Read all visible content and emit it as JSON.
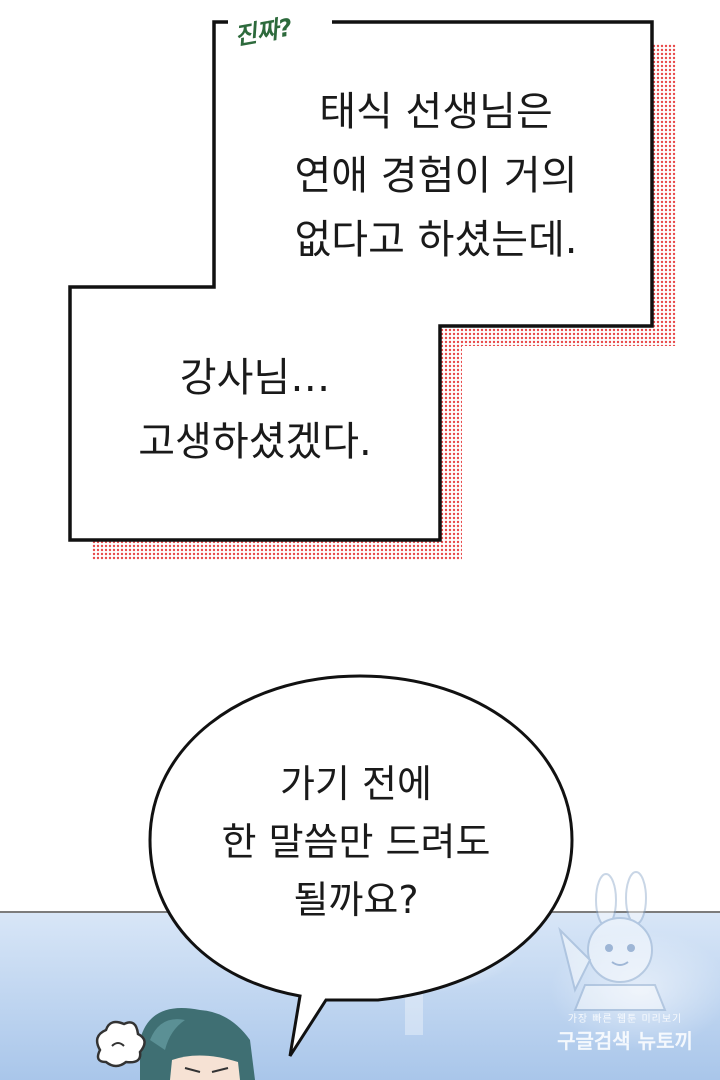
{
  "narration_top": {
    "lines": [
      "태식 선생님은",
      "연애 경험이 거의",
      "없다고 하셨는데."
    ],
    "sfx": "진짜?"
  },
  "narration_bottom": {
    "lines": [
      "강사님…",
      "고생하셨겠다."
    ]
  },
  "speech_bubble": {
    "lines": [
      "가기 전에",
      "한 말씀만 드려도",
      "될까요?"
    ]
  },
  "watermark": {
    "line1": "가장 빠른 웹툰 미리보기",
    "line2": "구글검색 뉴토끼"
  },
  "colors": {
    "dot_shadow": "#e84a4a",
    "scene_sky": "#cfe0f5",
    "hair": "#3f6f73"
  },
  "icons": [
    "sigh-puff-icon",
    "bunny-mascot-icon"
  ]
}
